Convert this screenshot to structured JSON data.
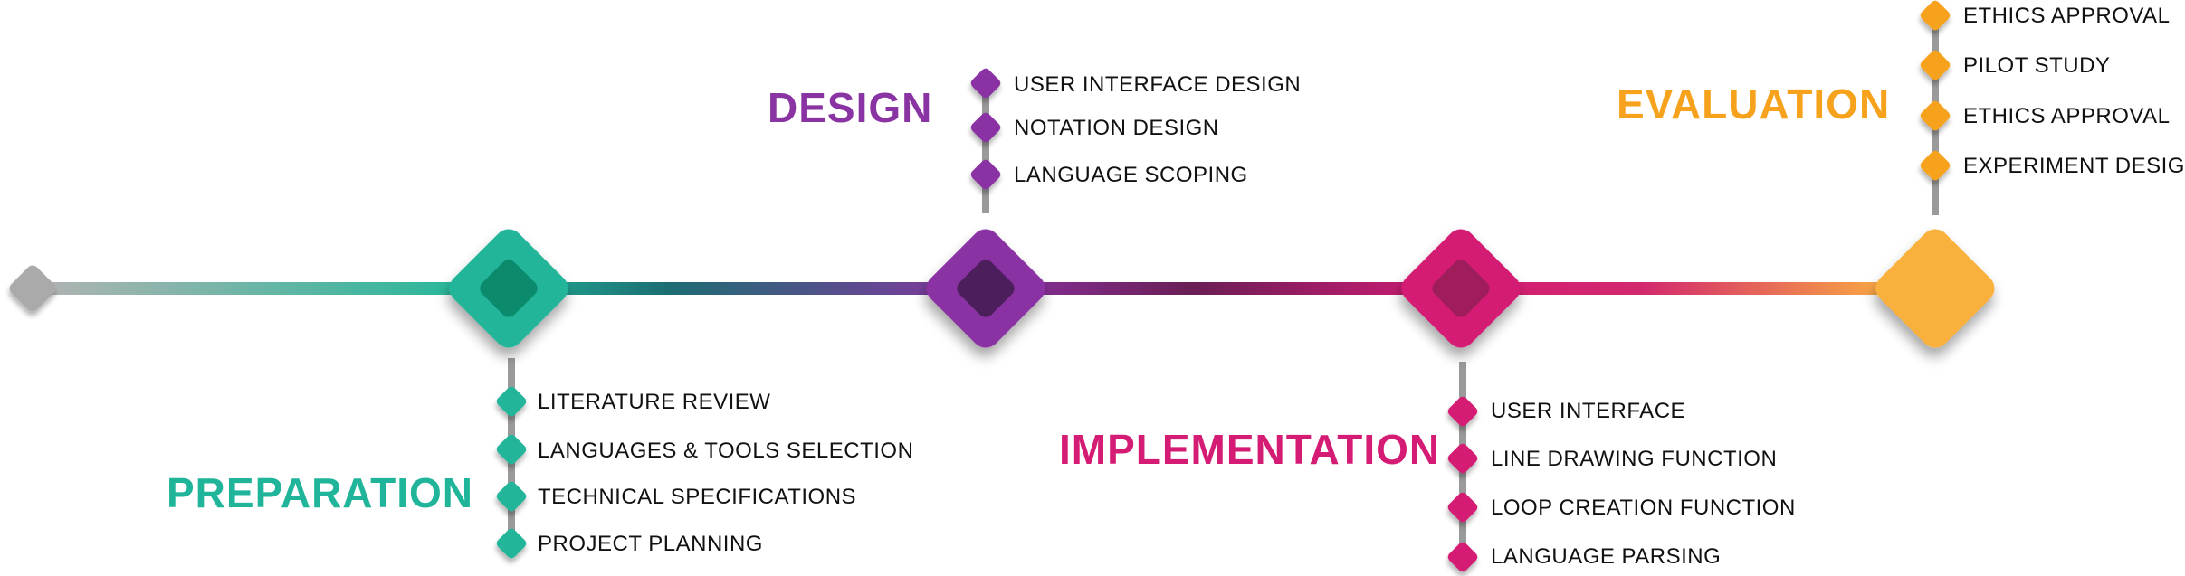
{
  "phases": [
    {
      "title": "PREPARATION",
      "color": "#20b59a",
      "tasks": [
        "LITERATURE REVIEW",
        "LANGUAGES & TOOLS SELECTION",
        "TECHNICAL SPECIFICATIONS",
        "PROJECT PLANNING"
      ]
    },
    {
      "title": "DESIGN",
      "color": "#8a33a3",
      "tasks": [
        "USER INTERFACE DESIGN",
        "NOTATION DESIGN",
        "LANGUAGE SCOPING"
      ]
    },
    {
      "title": "IMPLEMENTATION",
      "color": "#d41c74",
      "tasks": [
        "USER INTERFACE",
        "LINE DRAWING FUNCTION",
        "LOOP CREATION FUNCTION",
        "LANGUAGE PARSING"
      ]
    },
    {
      "title": "EVALUATION",
      "color": "#f6a21c",
      "tasks": [
        "ETHICS APPROVAL",
        "PILOT STUDY",
        "ETHICS APPROVAL",
        "EXPERIMENT DESIGN"
      ]
    }
  ],
  "colors": {
    "start": "#aaaaaa",
    "stem": "#9a9a9a",
    "preparation_dark": "#0b8a6c",
    "design_dark": "#4c1f5c",
    "implementation_dark": "#a01d5c"
  }
}
